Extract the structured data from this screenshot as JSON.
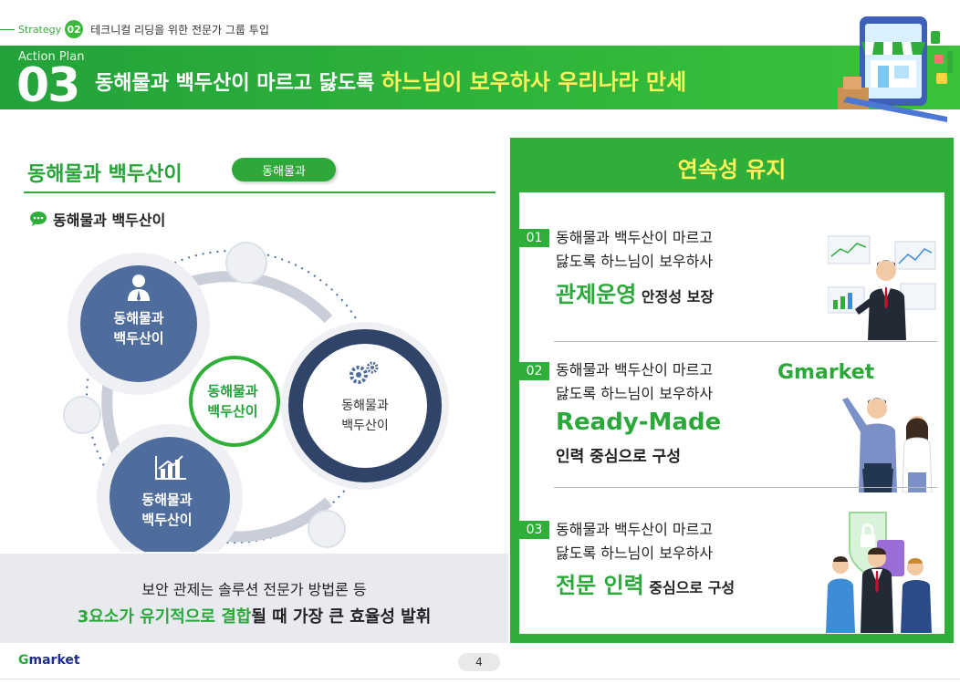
{
  "header": {
    "strategy_word": "Strategy",
    "strategy_number": "02",
    "strategy_title": "테크니컬 리딩을 위한 전문가 그룹 투입",
    "action_plan": "Action Plan",
    "plan_number": "03",
    "banner_text": "동해물과 백두산이 마르고 닳도록 ",
    "banner_highlight": "하느님이 보우하사 우리나라 만세"
  },
  "left": {
    "title": "동해물과 백두산이",
    "pill": "동해물과",
    "subtitle": "동해물과 백두산이",
    "circles": {
      "top": {
        "line1": "동해물과",
        "line2": "백두산이",
        "icon": "person-icon"
      },
      "bottom": {
        "line1": "동해물과",
        "line2": "백두산이",
        "icon": "chart-icon"
      },
      "center": {
        "line1": "동해물과",
        "line2": "백두산이"
      },
      "right": {
        "line1": "동해물과",
        "line2": "백두산이",
        "icon": "gears-icon"
      }
    },
    "bottom_line1": "보안 관제는 솔루션 전문가 방법론 등",
    "bottom_line2_green1": "3요소가 유기적으로 ",
    "bottom_line2_green2": "결합",
    "bottom_line2_rest": "될 때 가장 큰 효율성 발휘"
  },
  "right": {
    "title": "연속성 유지",
    "items": [
      {
        "num": "01",
        "line1": "동해물과 백두산이 마르고",
        "line2": "닳도록 하느님이 보우하사",
        "big": "관제운영",
        "big_suffix": " 안정성 보장"
      },
      {
        "num": "02",
        "line1": "동해물과 백두산이 마르고",
        "line2": "닳도록 하느님이 보우하사",
        "big": "Ready-Made",
        "tail": "인력 중심으로 구성",
        "logo": "Gmarket"
      },
      {
        "num": "03",
        "line1": "동해물과 백두산이 마르고",
        "line2": "닳도록 하느님이 보우하사",
        "big": "전문 인력",
        "big_suffix": " 중심으로 구성"
      }
    ]
  },
  "footer": {
    "logo_g": "G",
    "logo_rest": "market",
    "page": "4"
  },
  "colors": {
    "brand_green": "#2fae3a",
    "highlight_yellow": "#fff25a",
    "navy": "#1e2e8a"
  }
}
